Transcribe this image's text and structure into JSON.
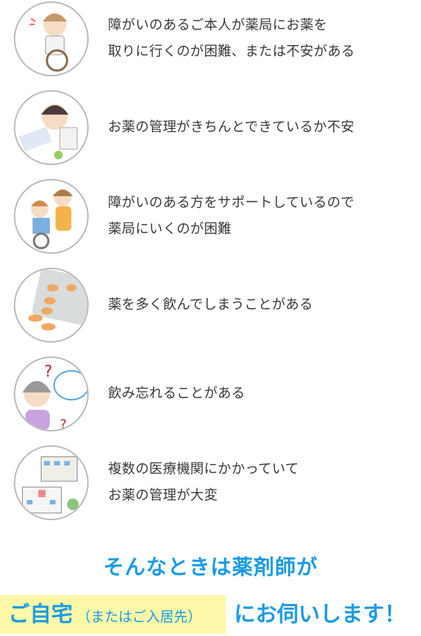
{
  "items": [
    {
      "icon": "wheelchair-person-icon",
      "lines": [
        "障がいのあるご本人が薬局にお薬を",
        "取りに行くのが困難、または不安がある"
      ]
    },
    {
      "icon": "worried-medicine-icon",
      "lines": [
        "お薬の管理がきちんとできているか不安"
      ]
    },
    {
      "icon": "caregiver-icon",
      "lines": [
        "障がいのある方をサポートしているので",
        "薬局にいくのが困難"
      ]
    },
    {
      "icon": "pills-icon",
      "lines": [
        "薬を多く飲んでしまうことがある"
      ]
    },
    {
      "icon": "forgetful-elder-icon",
      "lines": [
        "飲み忘れることがある"
      ]
    },
    {
      "icon": "hospitals-icon",
      "lines": [
        "複数の医療機関にかかっていて",
        "お薬の管理が大変"
      ]
    }
  ],
  "headline": "そんなときは薬剤師が",
  "cta": {
    "highlight": "ご自宅",
    "note": "（またはご入居先）",
    "rest": "にお伺いします！"
  },
  "colors": {
    "accent": "#1a9be6",
    "highlight": "#fdf9a8"
  }
}
